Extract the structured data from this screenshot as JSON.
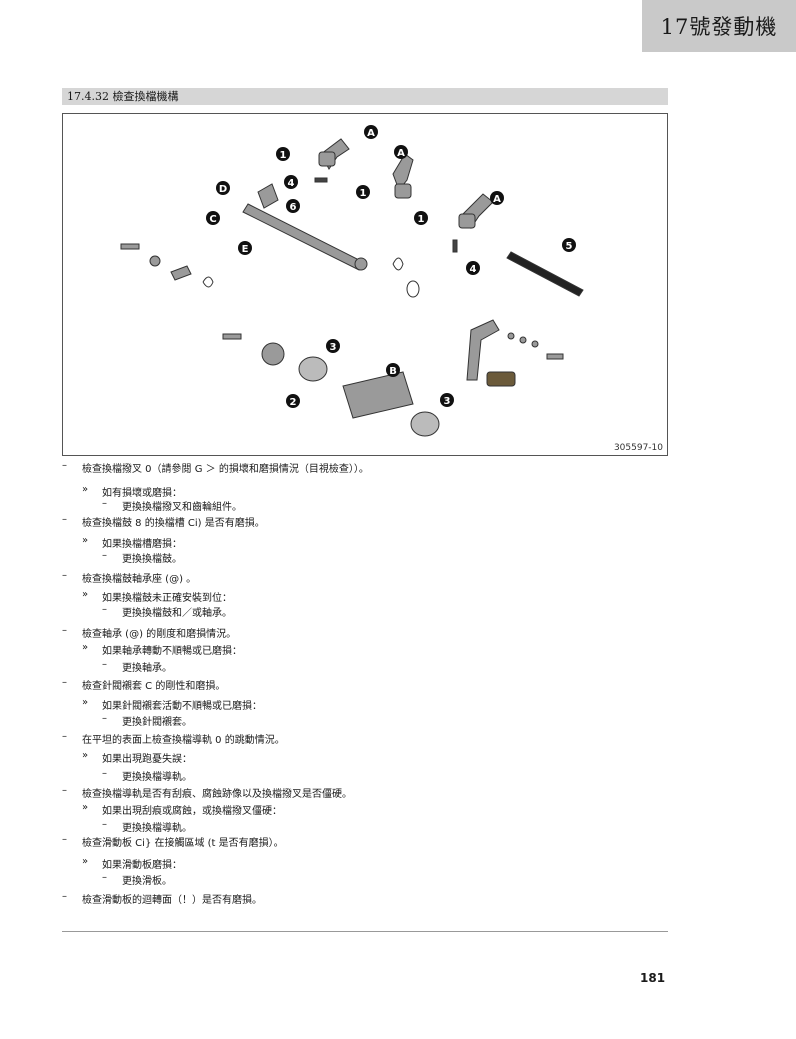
{
  "header": {
    "chapter": "17號發動機"
  },
  "section": {
    "title": "17.4.32 檢查換檔機構"
  },
  "figure": {
    "code": "305597-10",
    "callouts": [
      "1",
      "1",
      "1",
      "2",
      "3",
      "3",
      "4",
      "4",
      "5",
      "6",
      "A",
      "A",
      "A",
      "B",
      "C",
      "D",
      "E"
    ]
  },
  "steps": [
    {
      "marker": "–",
      "text": "檢查換檔撥叉 0（請參閱 G ＞ 的損壞和磨損情況（目視檢查））。"
    },
    {
      "marker": "»",
      "text": "如有損壞或磨損："
    },
    {
      "marker": "–",
      "text": "更換換檔撥叉和齒輪組件。"
    },
    {
      "marker": "–",
      "text": "檢查換檔鼓 8 的換檔槽 Ci) 是否有磨損。"
    },
    {
      "marker": "»",
      "text": "如果換檔槽磨損："
    },
    {
      "marker": "–",
      "text": "更換換檔鼓。"
    },
    {
      "marker": "–",
      "text": "檢查換檔鼓軸承座 (@) 。"
    },
    {
      "marker": "»",
      "text": "如果換檔鼓未正確安裝到位："
    },
    {
      "marker": "–",
      "text": "更換換檔鼓和／或軸承。"
    },
    {
      "marker": "–",
      "text": "檢查軸承 (@) 的剛度和磨損情況。"
    },
    {
      "marker": "»",
      "text": "如果軸承轉動不順暢或已磨損："
    },
    {
      "marker": "–",
      "text": "更換軸承。"
    },
    {
      "marker": "–",
      "text": "檢查針閥襯套 C 的剛性和磨損。"
    },
    {
      "marker": "»",
      "text": "如果針閥襯套活動不順暢或已磨損："
    },
    {
      "marker": "–",
      "text": "更換針閥襯套。"
    },
    {
      "marker": "–",
      "text": "在平坦的表面上檢查換檔導軌 0 的跳動情況。"
    },
    {
      "marker": "»",
      "text": "如果出現跑憂失誤："
    },
    {
      "marker": "–",
      "text": "更換換檔導軌。"
    },
    {
      "marker": "–",
      "text": "檢查換檔導軌是否有刮痕、腐蝕跡像以及換檔撥叉是否僵硬。"
    },
    {
      "marker": "»",
      "text": "如果出現刮痕或腐蝕，或換檔撥叉僵硬："
    },
    {
      "marker": "–",
      "text": "更換換檔導軌。"
    },
    {
      "marker": "–",
      "text": "檢查滑動板 Ci} 在接觸區域 (t 是否有磨損）。"
    },
    {
      "marker": "»",
      "text": "如果滑動板磨損："
    },
    {
      "marker": "–",
      "text": "更換滑板。"
    },
    {
      "marker": "–",
      "text": "檢查滑動板的迴轉面（！）是否有磨損。"
    }
  ],
  "footer": {
    "page_number": "181"
  }
}
